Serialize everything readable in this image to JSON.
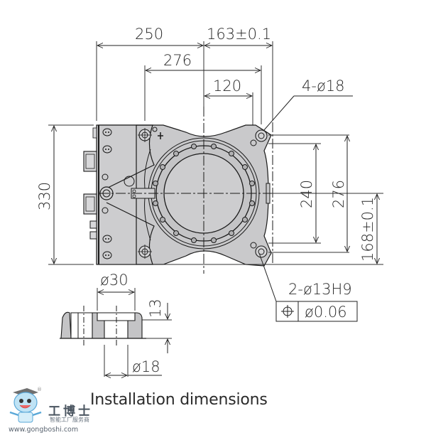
{
  "figure": {
    "caption": "Installation dimensions",
    "top_view": {
      "dimensions_horizontal": {
        "left_width": "250",
        "right_offset": "163±0.1",
        "hole_span": "276",
        "hole_offset": "120"
      },
      "dimensions_vertical": {
        "overall_height": "330",
        "inner_hole_span": "240",
        "outer_hole_span": "276",
        "center_height": "168±0.1"
      },
      "callouts": {
        "mounting_holes": "4-ø18",
        "pin_holes": "2-ø13H9",
        "position_tolerance_symbol": "⌖",
        "position_tolerance_value": "ø0.06"
      }
    },
    "section_view": {
      "counterbore_diameter": "ø30",
      "counterbore_depth": "13",
      "hole_diameter": "ø18"
    }
  },
  "watermark": {
    "brand_cn": "工博士",
    "tagline_cn": "智能工厂服务商",
    "url": "www.gongboshi.com",
    "registered": "®"
  },
  "colors": {
    "line": "#1a1a1a",
    "body_fill": "#c9c9cb",
    "dim_text": "#2a2a2a",
    "accent_blue": "#5aa8d8"
  }
}
